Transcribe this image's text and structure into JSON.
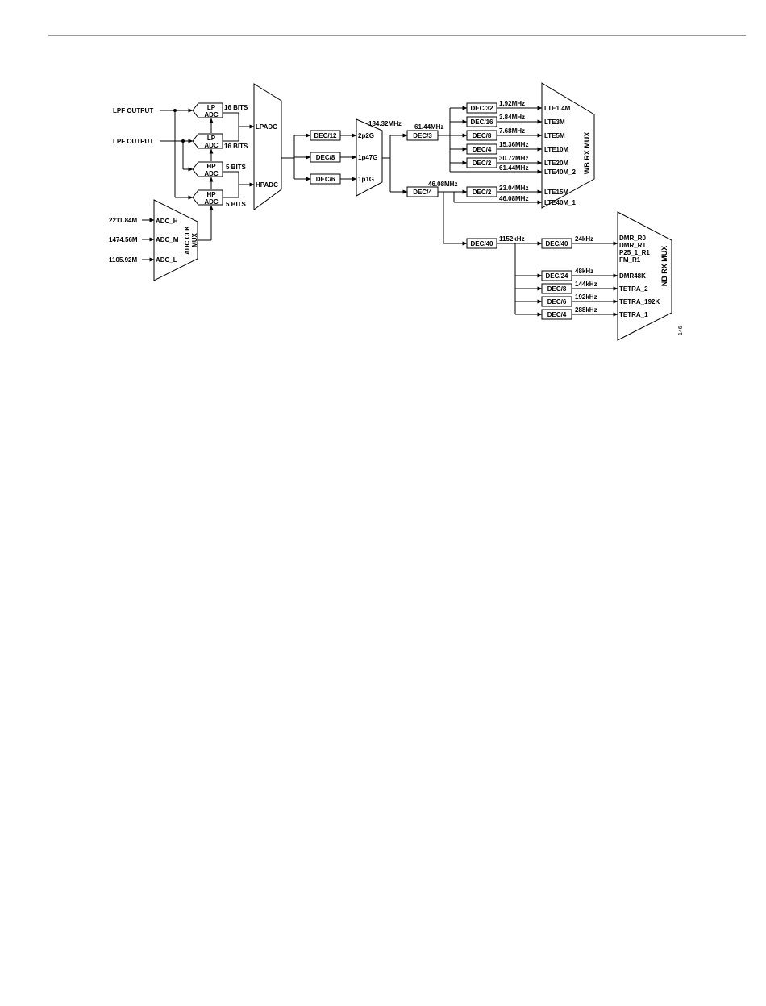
{
  "diagram": {
    "inputs": {
      "lpf1": "LPF OUTPUT",
      "lpf2": "LPF OUTPUT"
    },
    "adcs": {
      "lp1": [
        "LP",
        "ADC"
      ],
      "lp2": [
        "LP",
        "ADC"
      ],
      "hp1": [
        "HP",
        "ADC"
      ],
      "hp2": [
        "HP",
        "ADC"
      ]
    },
    "bits": {
      "lp1": "16 BITS",
      "lp2": "16 BITS",
      "hp1": "5 BITS",
      "hp2": "5 BITS"
    },
    "adc_mux": {
      "title": [
        "ADC CLK",
        "MUX"
      ],
      "clocks": [
        {
          "freq": "2211.84M",
          "port": "ADC_H"
        },
        {
          "freq": "1474.56M",
          "port": "ADC_M"
        },
        {
          "freq": "1105.92M",
          "port": "ADC_L"
        }
      ]
    },
    "lphp_mux": {
      "lpadc": "LPADC",
      "hpadc": "HPADC"
    },
    "stage1": {
      "decs": [
        "DEC/12",
        "DEC/8",
        "DEC/6"
      ],
      "ports": [
        "2p2G",
        "1p47G",
        "1p1G"
      ],
      "out_freq": "184.32MHz"
    },
    "wb_path": {
      "dec3": "DEC/3",
      "dec3_freq": "61.44MHz",
      "decs": [
        "DEC/32",
        "DEC/16",
        "DEC/8",
        "DEC/4",
        "DEC/2"
      ],
      "freqs": [
        "1.92MHz",
        "3.84MHz",
        "7.68MHz",
        "15.36MHz",
        "30.72MHz",
        "61.44MHz"
      ],
      "dec4": "DEC/4",
      "dec4_freq": "46.08MHz",
      "dec2b": "DEC/2",
      "freqs2": [
        "23.04MHz",
        "46.08MHz"
      ]
    },
    "wb_mux": {
      "title": "WB RX MUX",
      "outputs": [
        "LTE1.4M",
        "LTE3M",
        "LTE5M",
        "LTE10M",
        "LTE20M",
        "LTE40M_2",
        "LTE15M",
        "LTE40M_1"
      ]
    },
    "nb_path": {
      "dec40a": "DEC/40",
      "freq_a": "1152kHz",
      "dec40b": "DEC/40",
      "freq_b": "24kHz",
      "decs": [
        "DEC/24",
        "DEC/8",
        "DEC/6",
        "DEC/4"
      ],
      "freqs": [
        "48kHz",
        "144kHz",
        "192kHz",
        "288kHz"
      ]
    },
    "nb_mux": {
      "title": "NB RX MUX",
      "outputs": [
        "DMR_R0",
        "DMR_R1",
        "P25_1_R1",
        "FM_R1",
        "DMR48K",
        "TETRA_2",
        "TETRA_192K",
        "TETRA_1"
      ]
    },
    "figure_number": "146"
  }
}
